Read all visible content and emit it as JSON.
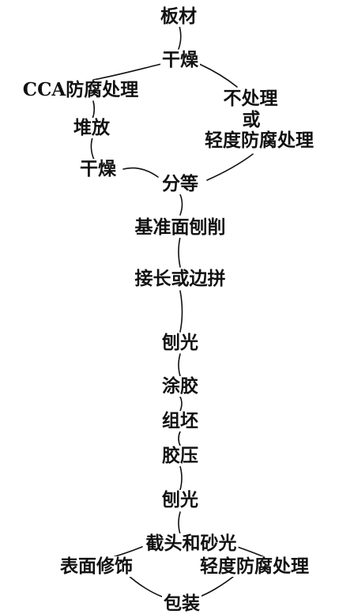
{
  "diagram": {
    "nodes": {
      "board": "板材",
      "dry1": "干燥",
      "cca": "CCA防腐处理",
      "no_treat": "不处理",
      "or": "或",
      "light_treat1": "轻度防腐处理",
      "stack": "堆放",
      "dry2": "干燥",
      "grade": "分等",
      "datum_plane": "基准面刨削",
      "joint": "接长或边拼",
      "plane1": "刨光",
      "glue": "涂胶",
      "assemble": "组坯",
      "press": "胶压",
      "plane2": "刨光",
      "cut_sand": "截头和砂光",
      "surface": "表面修饰",
      "light_treat2": "轻度防腐处理",
      "pack": "包装"
    }
  },
  "colors": {
    "ink": "#111111",
    "background": "#ffffff"
  }
}
